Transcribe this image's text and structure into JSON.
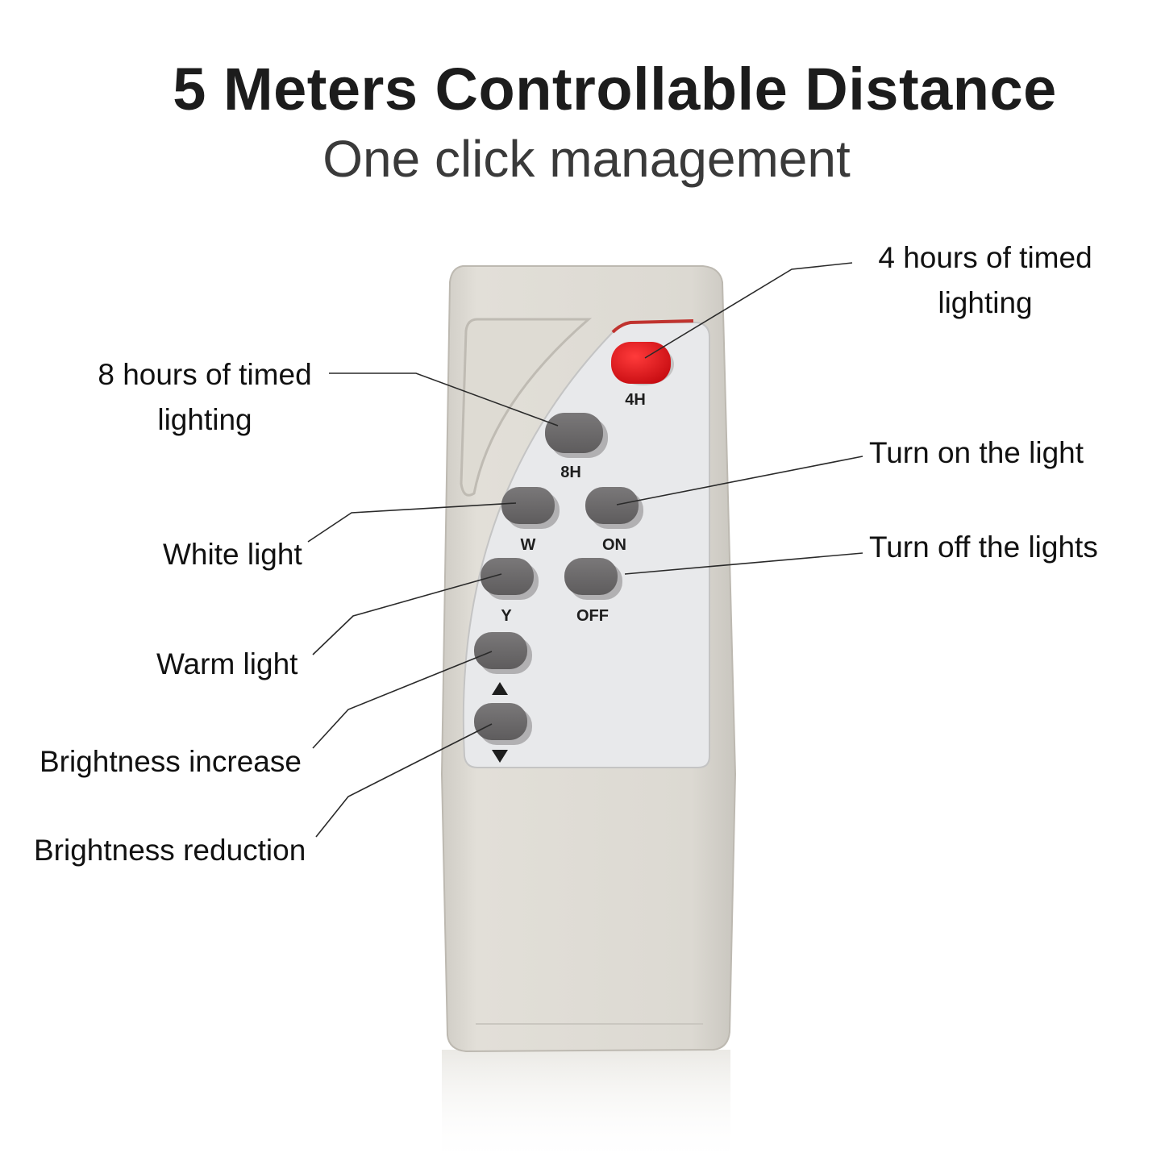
{
  "header": {
    "title": "5 Meters Controllable Distance",
    "subtitle": "One click management"
  },
  "callouts": {
    "four_hours": [
      "4 hours of timed",
      "lighting"
    ],
    "eight_hours": [
      "8 hours of timed",
      "lighting"
    ],
    "turn_on": "Turn on the light",
    "turn_off": "Turn off the lights",
    "white": "White light",
    "warm": "Warm light",
    "bright_up": "Brightness increase",
    "bright_down": "Brightness reduction"
  },
  "remote": {
    "labels": {
      "four_h": "4H",
      "eight_h": "8H",
      "w": "W",
      "on": "ON",
      "y": "Y",
      "off": "OFF"
    },
    "colors": {
      "body": "#dcd9d2",
      "panel": "#e6e7e9",
      "button": "#6c6a6b",
      "red_button": "#e3141a"
    }
  }
}
